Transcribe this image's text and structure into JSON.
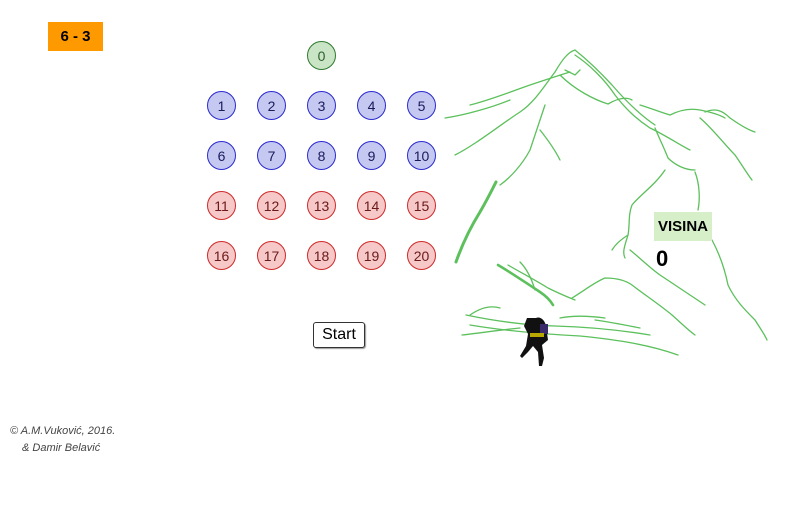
{
  "task": {
    "label": "6 - 3"
  },
  "numbers": {
    "n0": "0",
    "n1": "1",
    "n2": "2",
    "n3": "3",
    "n4": "4",
    "n5": "5",
    "n6": "6",
    "n7": "7",
    "n8": "8",
    "n9": "9",
    "n10": "10",
    "n11": "11",
    "n12": "12",
    "n13": "13",
    "n14": "14",
    "n15": "15",
    "n16": "16",
    "n17": "17",
    "n18": "18",
    "n19": "19",
    "n20": "20"
  },
  "start": {
    "label": "Start"
  },
  "visina": {
    "label": "VISINA",
    "value": "0"
  },
  "credits": {
    "line1": "© A.M.Vuković, 2016.",
    "line2": "& Damir Belavić"
  },
  "colors": {
    "task_bg": "#ff9900",
    "green": "#c9e5c5",
    "blue": "#c5c9f2",
    "red": "#f6c8c8",
    "mountain": "#5cc05c"
  }
}
